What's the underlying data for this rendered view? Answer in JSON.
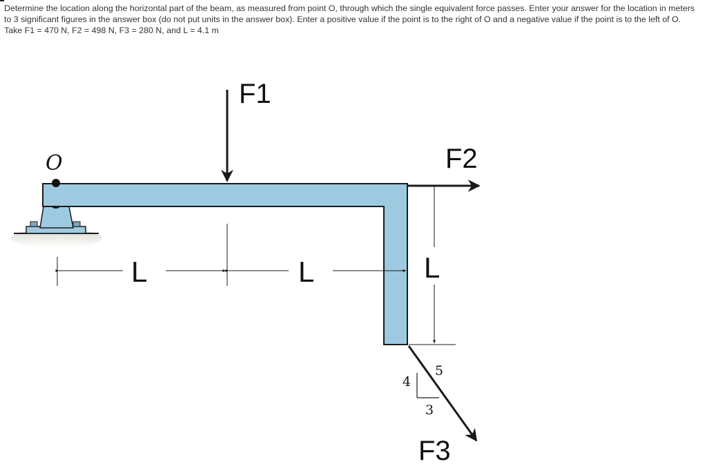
{
  "problem": {
    "statement": "Determine the location along the horizontal part of the beam, as measured from point O, through which the single equivalent force passes. Enter your answer for the location in meters to 3 significant figures in the answer box (do not put units in the answer box). Enter a positive value if the point is to the right of O and a negative value if the point is to the left of O.",
    "given": "Take F1 = 470 N, F2 = 498 N, F3 = 280 N, and L = 4.1 m"
  },
  "figure": {
    "point_label": "O",
    "force_labels": {
      "f1": "F1",
      "f2": "F2",
      "f3": "F3"
    },
    "dimension_labels": {
      "l_first": "L",
      "l_second": "L",
      "l_vertical": "L"
    },
    "slope_triangle": {
      "side_vertical": "4",
      "side_horizontal": "3",
      "hypotenuse": "5"
    },
    "colors": {
      "beam": "#9ecae1",
      "ground": "#e6e6e0",
      "line": "#1a1a1a"
    }
  }
}
